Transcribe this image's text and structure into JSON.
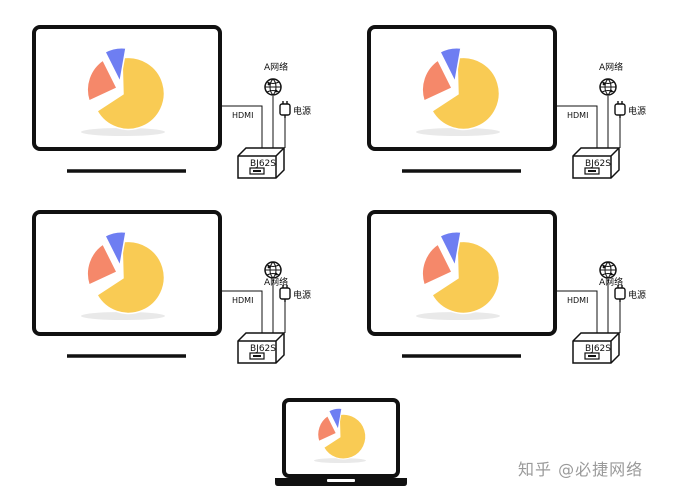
{
  "units": [
    {
      "hdmi_label": "HDMI",
      "network_label": "A网络",
      "power_label": "电源",
      "device_label": "BJ62S"
    },
    {
      "hdmi_label": "HDMI",
      "network_label": "A网络",
      "power_label": "电源",
      "device_label": "BJ62S"
    },
    {
      "hdmi_label": "HDMI",
      "network_label": "A网络",
      "power_label": "电源",
      "device_label": "BJ62S"
    },
    {
      "hdmi_label": "HDMI",
      "network_label": "A网络",
      "power_label": "电源",
      "device_label": "BJ62S"
    }
  ],
  "watermark": "知乎 @必捷网络",
  "colors": {
    "pie_yellow": "#F9CB54",
    "pie_orange": "#F5886A",
    "pie_blue": "#6E7EF2",
    "frame": "#111111"
  },
  "icons": [
    "globe-icon",
    "plug-icon"
  ]
}
